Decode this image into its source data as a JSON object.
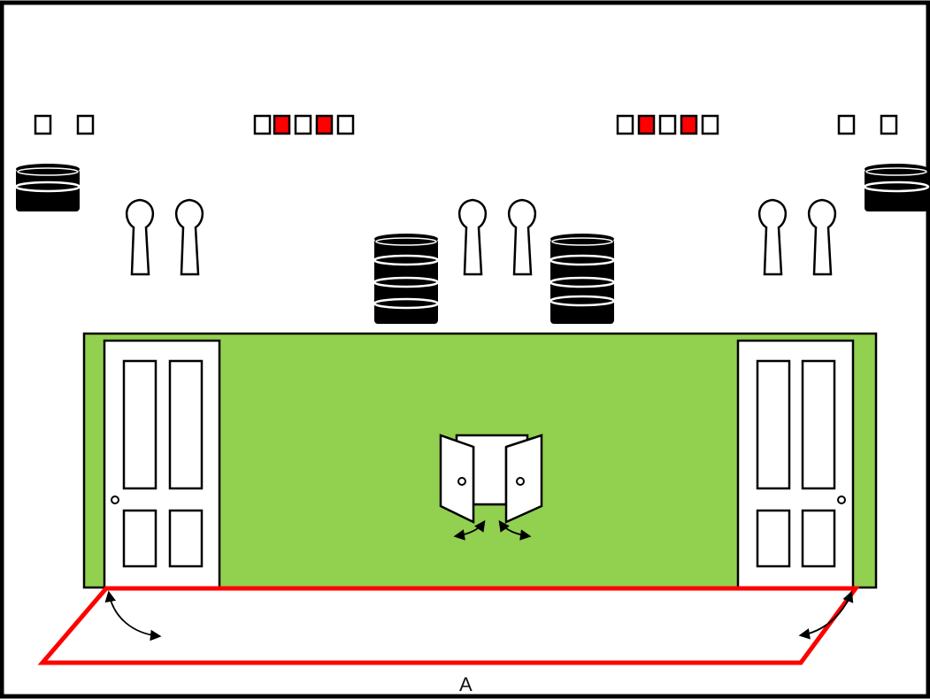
{
  "label": "A",
  "colors": {
    "wall_fill": "#92d050",
    "outline": "#000000",
    "highlight": "#ff0000",
    "background": "#ffffff",
    "cylinder": "#000000"
  },
  "indicator_lights": {
    "left_pair": [
      "off",
      "off"
    ],
    "left_center_strip": [
      "off",
      "on",
      "off",
      "on",
      "off"
    ],
    "right_center_strip": [
      "off",
      "on",
      "off",
      "on",
      "off"
    ],
    "right_pair": [
      "off",
      "off"
    ]
  },
  "icons": {
    "wall": "green-wall",
    "left_door": "door-icon",
    "right_door": "door-icon",
    "center_hatch": "double-door-hatch-icon",
    "cylinder": "cylinder-stack-icon",
    "light_fixture": "pendant-light-icon",
    "floor_zone": "red-floor-outline",
    "swing_arrow": "curved-arrow-icon"
  }
}
